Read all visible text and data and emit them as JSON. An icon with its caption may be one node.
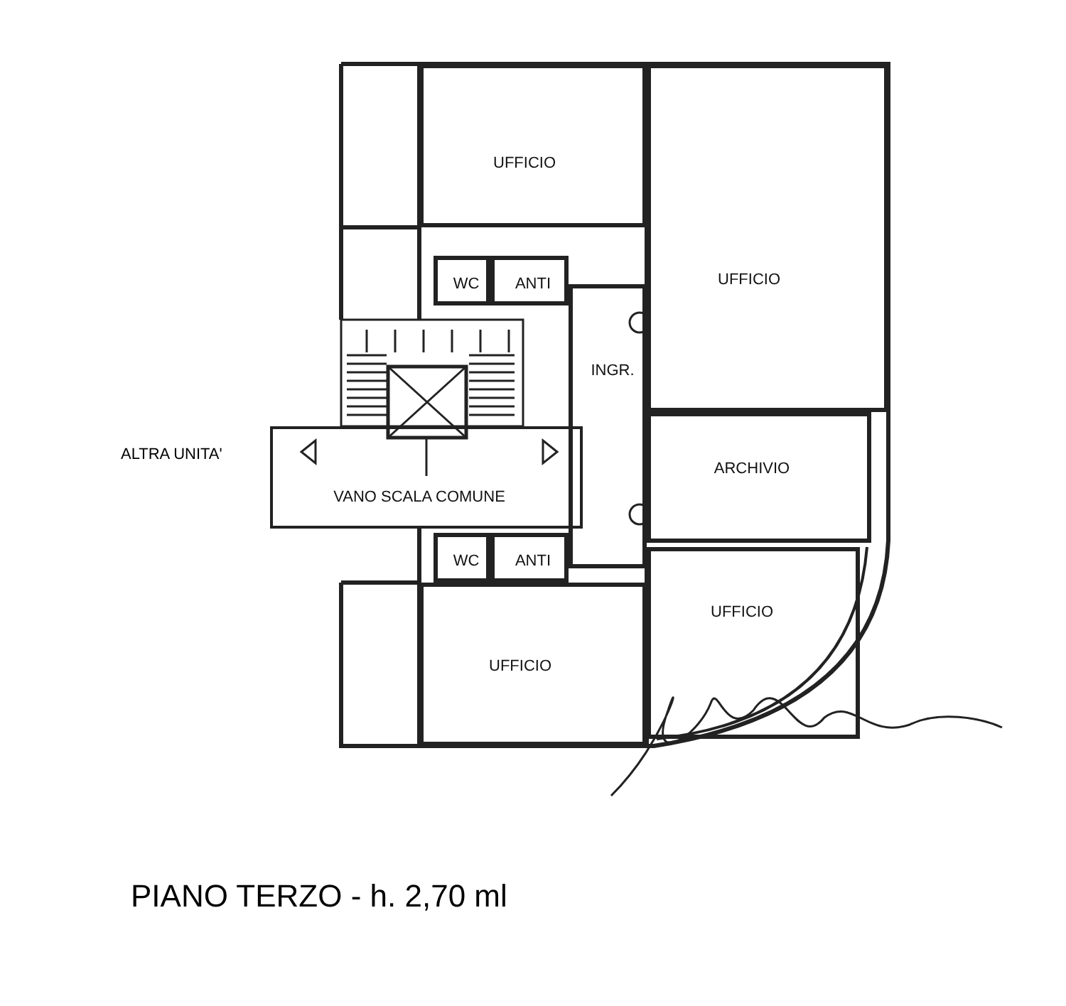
{
  "diagram": {
    "caption": "PIANO TERZO - h. 2,70 ml",
    "nodes": [
      {
        "text": [
          "UFFICIO"
        ]
      },
      {
        "text": [
          "UFFICIO"
        ]
      },
      {
        "text": [
          "WC"
        ]
      },
      {
        "text": [
          "ANTI"
        ]
      },
      {
        "text": [
          "INGR."
        ]
      },
      {
        "text": [
          "ARCHIVIO"
        ]
      },
      {
        "text": [
          "VANO SCALA COMUNE"
        ]
      },
      {
        "text": [
          "WC"
        ]
      },
      {
        "text": [
          "ANTI"
        ]
      },
      {
        "text": [
          "UFFICIO"
        ]
      },
      {
        "text": [
          "UFFICIO"
        ]
      }
    ],
    "labels": [
      "ALTRA UNITA'"
    ]
  }
}
